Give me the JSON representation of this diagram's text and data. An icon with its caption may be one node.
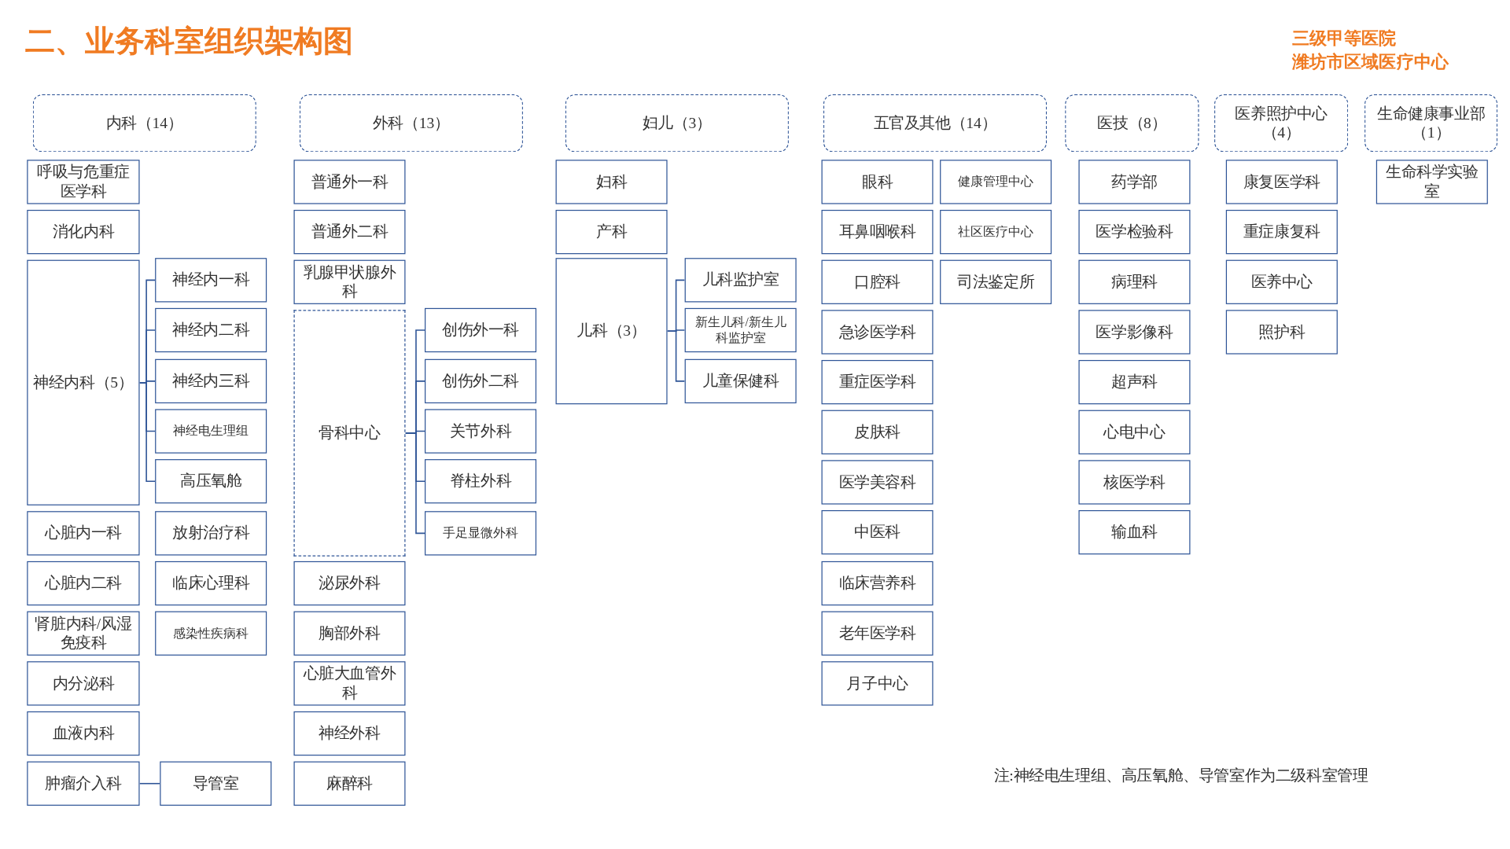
{
  "diagram": {
    "title": "二、业务科室组织架构图",
    "nodes": [
      {
        "text": [
          "内科（14）"
        ]
      },
      {
        "text": [
          "外科（13）"
        ]
      },
      {
        "text": [
          "妇儿（3）"
        ]
      },
      {
        "text": [
          "五官及其他（14）"
        ]
      },
      {
        "text": [
          "医技（8）"
        ]
      },
      {
        "text": [
          "医养照护中心（4）"
        ]
      },
      {
        "text": [
          "生命健康事业部（1）"
        ]
      },
      {
        "text": [
          "呼吸与危重症医学科"
        ]
      },
      {
        "text": [
          "消化内科"
        ]
      },
      {
        "text": [
          "神经内科（5）"
        ]
      },
      {
        "text": [
          "神经内一科"
        ]
      },
      {
        "text": [
          "神经内二科"
        ]
      },
      {
        "text": [
          "神经内三科"
        ]
      },
      {
        "text": [
          "神经电生理组"
        ]
      },
      {
        "text": [
          "高压氧舱"
        ]
      },
      {
        "text": [
          "心脏内一科"
        ]
      },
      {
        "text": [
          "放射治疗科"
        ]
      },
      {
        "text": [
          "心脏内二科"
        ]
      },
      {
        "text": [
          "临床心理科"
        ]
      },
      {
        "text": [
          "肾脏内科/风湿免疫科"
        ]
      },
      {
        "text": [
          "感染性疾病科"
        ]
      },
      {
        "text": [
          "内分泌科"
        ]
      },
      {
        "text": [
          "血液内科"
        ]
      },
      {
        "text": [
          "肿瘤介入科"
        ]
      },
      {
        "text": [
          "导管室"
        ]
      },
      {
        "text": [
          "普通外一科"
        ]
      },
      {
        "text": [
          "普通外二科"
        ]
      },
      {
        "text": [
          "乳腺甲状腺外科"
        ]
      },
      {
        "text": [
          "骨科中心"
        ]
      },
      {
        "text": [
          "创伤外一科"
        ]
      },
      {
        "text": [
          "创伤外二科"
        ]
      },
      {
        "text": [
          "关节外科"
        ]
      },
      {
        "text": [
          "脊柱外科"
        ]
      },
      {
        "text": [
          "手足显微外科"
        ]
      },
      {
        "text": [
          "泌尿外科"
        ]
      },
      {
        "text": [
          "胸部外科"
        ]
      },
      {
        "text": [
          "心脏大血管外科"
        ]
      },
      {
        "text": [
          "神经外科"
        ]
      },
      {
        "text": [
          "麻醉科"
        ]
      },
      {
        "text": [
          "妇科"
        ]
      },
      {
        "text": [
          "产科"
        ]
      },
      {
        "text": [
          "儿科（3）"
        ]
      },
      {
        "text": [
          "儿科监护室"
        ]
      },
      {
        "text": [
          "新生儿科/新生儿科监护室"
        ]
      },
      {
        "text": [
          "儿童保健科"
        ]
      },
      {
        "text": [
          "眼科"
        ]
      },
      {
        "text": [
          "健康管理中心"
        ]
      },
      {
        "text": [
          "耳鼻咽喉科"
        ]
      },
      {
        "text": [
          "社区医疗中心"
        ]
      },
      {
        "text": [
          "口腔科"
        ]
      },
      {
        "text": [
          "司法鉴定所"
        ]
      },
      {
        "text": [
          "急诊医学科"
        ]
      },
      {
        "text": [
          "重症医学科"
        ]
      },
      {
        "text": [
          "皮肤科"
        ]
      },
      {
        "text": [
          "医学美容科"
        ]
      },
      {
        "text": [
          "中医科"
        ]
      },
      {
        "text": [
          "临床营养科"
        ]
      },
      {
        "text": [
          "老年医学科"
        ]
      },
      {
        "text": [
          "月子中心"
        ]
      },
      {
        "text": [
          "药学部"
        ]
      },
      {
        "text": [
          "医学检验科"
        ]
      },
      {
        "text": [
          "病理科"
        ]
      },
      {
        "text": [
          "医学影像科"
        ]
      },
      {
        "text": [
          "超声科"
        ]
      },
      {
        "text": [
          "心电中心"
        ]
      },
      {
        "text": [
          "核医学科"
        ]
      },
      {
        "text": [
          "输血科"
        ]
      },
      {
        "text": [
          "康复医学科"
        ]
      },
      {
        "text": [
          "重症康复科"
        ]
      },
      {
        "text": [
          "医养中心"
        ]
      },
      {
        "text": [
          "照护科"
        ]
      },
      {
        "text": [
          "生命科学实验室"
        ]
      }
    ],
    "edges": [
      {
        "from": 9,
        "to": 10,
        "arrow": "none"
      },
      {
        "from": 9,
        "to": 11,
        "arrow": "none"
      },
      {
        "from": 9,
        "to": 12,
        "arrow": "none"
      },
      {
        "from": 9,
        "to": 13,
        "arrow": "none"
      },
      {
        "from": 9,
        "to": 14,
        "arrow": "none"
      },
      {
        "from": 23,
        "to": 24,
        "arrow": "none"
      },
      {
        "from": 28,
        "to": 29,
        "arrow": "none"
      },
      {
        "from": 28,
        "to": 30,
        "arrow": "none"
      },
      {
        "from": 28,
        "to": 31,
        "arrow": "none"
      },
      {
        "from": 28,
        "to": 32,
        "arrow": "none"
      },
      {
        "from": 28,
        "to": 33,
        "arrow": "none"
      },
      {
        "from": 41,
        "to": 42,
        "arrow": "none"
      },
      {
        "from": 41,
        "to": 43,
        "arrow": "none"
      },
      {
        "from": 41,
        "to": 44,
        "arrow": "none"
      }
    ],
    "labels": [
      "三级甲等医院",
      "潍坊市区域医疗中心",
      "注:神经电生理组、高压氧舱、导管室作为二级科室管理"
    ]
  }
}
